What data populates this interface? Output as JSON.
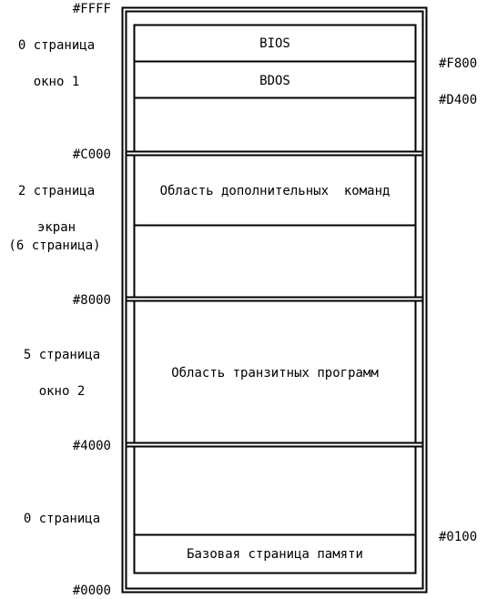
{
  "addresses_left": {
    "ffff": "#FFFF",
    "c000": "#C000",
    "8000": "#8000",
    "4000": "#4000",
    "0000": "#0000"
  },
  "addresses_right": {
    "f800": "#F800",
    "d400": "#D400",
    "0100": "#0100"
  },
  "pages": {
    "p0_top": "0 страница",
    "window1": "окно 1",
    "p2": "2 страница",
    "screen": "экран",
    "p6": "(6 страница)",
    "p5": "5 страница",
    "window2": "окно 2",
    "p0_bottom": "0 страница"
  },
  "segments": {
    "bios": "BIOS",
    "bdos": "BDOS",
    "extra_commands": "Область дополнительных  команд",
    "transient": "Область транзитных программ",
    "base_page": "Базовая страница памяти"
  }
}
